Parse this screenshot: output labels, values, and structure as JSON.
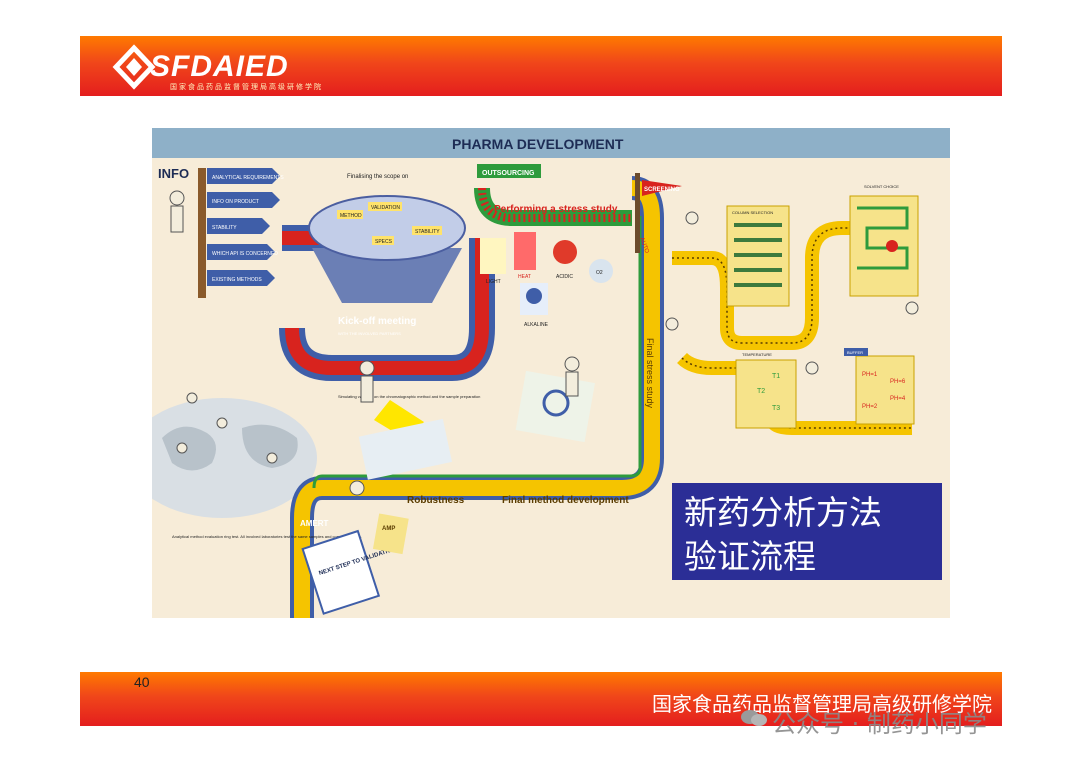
{
  "header": {
    "logo_text": "SFDAIED",
    "logo_subtitle": "国家食品药品监督管理局高级研修学院"
  },
  "diagram": {
    "title": "PHARMA DEVELOPMENT",
    "info_label": "INFO",
    "info_signs": [
      "ANALYTICAL REQUIREMENTS",
      "INFO ON PRODUCT",
      "STABILITY",
      "WHICH API IS CONCERNED",
      "EXISTING METHODS"
    ],
    "meeting_caption": "Finalising the scope on",
    "meeting_labels": [
      "METHOD",
      "VALIDATION",
      "STABILITY",
      "SPECS"
    ],
    "kickoff_label": "Kick-off meeting",
    "kickoff_sub": "WITH THE INVOLVED PARTNERS",
    "outsourcing_label": "OUTSOURCING",
    "stress_study_label": "Performing a stress study",
    "stress_conditions": [
      "LIGHT",
      "HEAT",
      "ACIDIC",
      "ALKALINE",
      "O2"
    ],
    "screening_label": "SCREENING",
    "auto_label": "AUTO",
    "column_selection_label": "COLUMN SELECTION",
    "solvent_choice_label": "SOLVENT CHOICE",
    "temperature_label": "TEMPERATURE",
    "buffer_label": "BUFFER",
    "temp_labels": [
      "T1",
      "T2",
      "T3"
    ],
    "ph_labels": [
      "PH=1",
      "PH=2",
      "PH=4",
      "PH=6"
    ],
    "final_stress_label": "Final stress study",
    "robustness_label": "Robustness",
    "final_method_label": "Final method development",
    "simulating_caption": "Simulating variation on the chromatographic method and the sample preparation",
    "ring_test_caption": "Analytical method evaluation ring test. All involved laboratories test the same samples and compare results.",
    "amert_label": "AMERT",
    "amp_label": "AMP",
    "next_step_label": "NEXT STEP TO VALIDATION"
  },
  "overlay": {
    "line1": "新药分析方法",
    "line2": "验证流程"
  },
  "footer": {
    "page_number": "40",
    "institute": "国家食品药品监督管理局高级研修学院"
  },
  "watermark": {
    "text": "公众号 · 制药小同学"
  },
  "colors": {
    "bar_top": "#ff7a00",
    "bar_bottom": "#e41e1e",
    "overlay_bg": "#2b2e96",
    "path_yellow": "#f5c400",
    "path_green": "#2e9b3c",
    "path_red": "#d8231e",
    "diagram_title_bar": "#8eb0c8"
  }
}
